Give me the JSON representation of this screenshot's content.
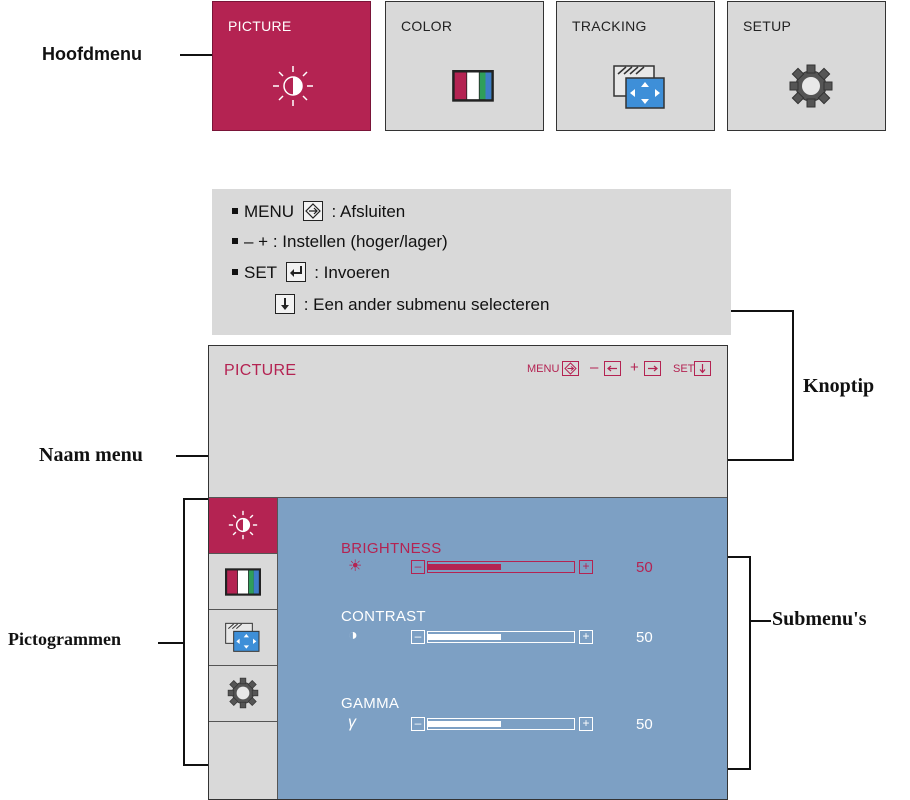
{
  "main_menu": {
    "label": "Hoofdmenu",
    "tabs": [
      {
        "label": "PICTURE",
        "icon": "brightness-icon",
        "active": true
      },
      {
        "label": "COLOR",
        "icon": "color-bars-icon",
        "active": false
      },
      {
        "label": "TRACKING",
        "icon": "tracking-icon",
        "active": false
      },
      {
        "label": "SETUP",
        "icon": "gear-icon",
        "active": false
      }
    ]
  },
  "button_tips": {
    "label": "Knoptip",
    "rows": [
      {
        "key": "MENU",
        "key_icon": "menu-exit-icon",
        "text": ": Afsluiten"
      },
      {
        "key": "– + : Instellen (hoger/lager)",
        "text": ""
      },
      {
        "key": "SET",
        "key_icon": "enter-icon",
        "text": ": Invoeren"
      },
      {
        "key": "",
        "key_icon": "down-arrow-icon",
        "text": ": Een ander submenu selecteren"
      }
    ]
  },
  "osd": {
    "menu_name_label": "Naam menu",
    "icons_label": "Pictogrammen",
    "submenus_label": "Submenu's",
    "title": "PICTURE",
    "hints": {
      "menu": "MENU",
      "set": "SET",
      "minus": "–",
      "plus": "+"
    },
    "submenus": [
      {
        "name": "BRIGHTNESS",
        "symbol": "☀",
        "value": 50,
        "level": 0.5,
        "active": true
      },
      {
        "name": "CONTRAST",
        "symbol": "◑",
        "value": 50,
        "level": 0.5,
        "active": false
      },
      {
        "name": "GAMMA",
        "symbol": "γ",
        "value": 50,
        "level": 0.5,
        "active": false
      }
    ]
  },
  "colors": {
    "accent": "#b42352",
    "panel": "#d9d9d9",
    "osd_body": "#7da0c4"
  }
}
